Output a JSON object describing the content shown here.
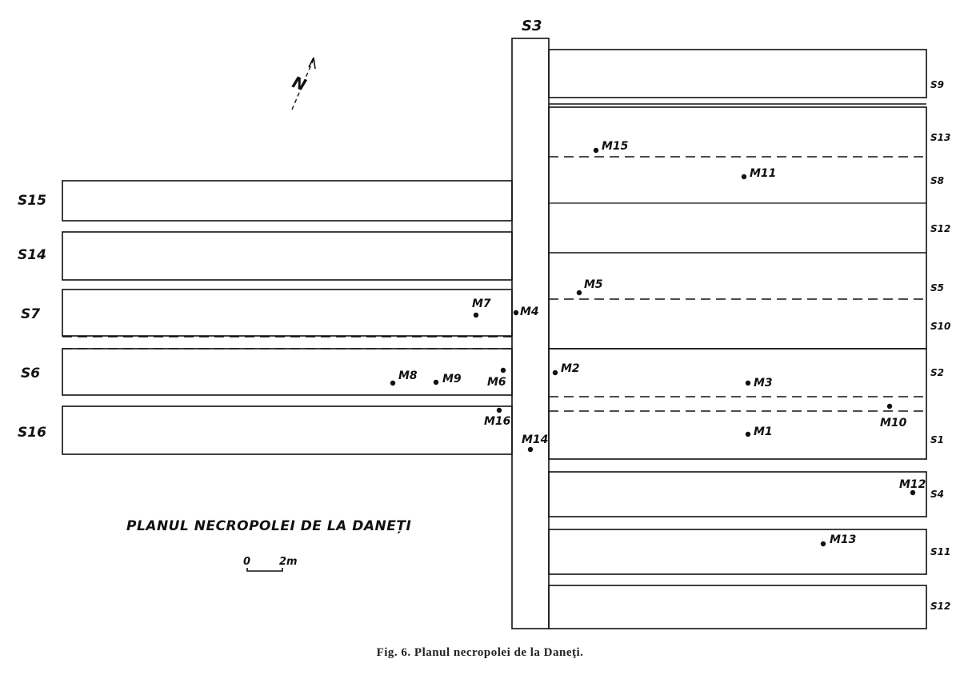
{
  "title": "PLANUL NECROPOLEI DE LA DANEȚI",
  "caption": "Fig. 6. Planul necropolei de la Daneţi.",
  "north_label": "N",
  "scale": {
    "start": "0",
    "end": "2m"
  },
  "colors": {
    "ink": "#111111",
    "paper": "#ffffff"
  },
  "central_trench": "S3",
  "left_trenches": [
    "S15",
    "S14",
    "S7",
    "S6",
    "S16"
  ],
  "right_trenches": [
    "S9",
    "S13",
    "S8",
    "S12",
    "S5",
    "S10",
    "S2",
    "S1",
    "S4",
    "S11",
    "S12"
  ],
  "graves": [
    "M15",
    "M11",
    "M5",
    "M7",
    "M4",
    "M2",
    "M3",
    "M8",
    "M9",
    "M6",
    "M10",
    "M16",
    "M1",
    "M14",
    "M12",
    "M13"
  ]
}
